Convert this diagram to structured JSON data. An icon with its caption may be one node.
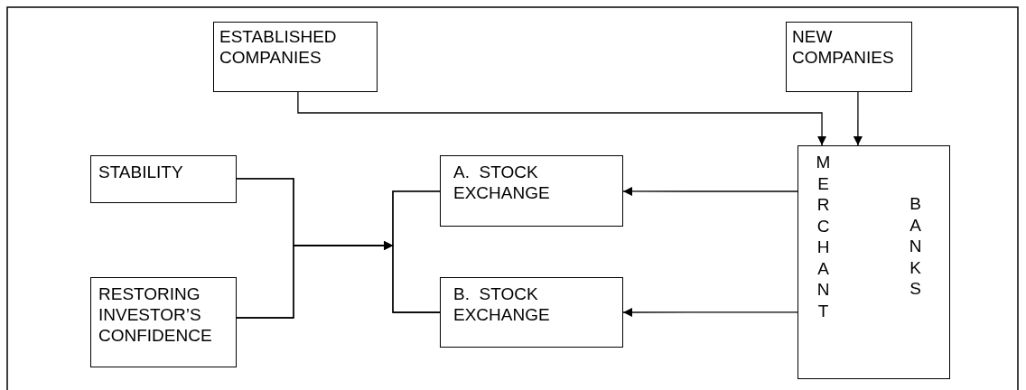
{
  "diagram": {
    "nodes": [
      {
        "text": [
          "ESTABLISHED COMPANIES"
        ]
      },
      {
        "text": [
          "NEW COMPANIES"
        ]
      },
      {
        "text": [
          "STABILITY"
        ]
      },
      {
        "text": [
          "RESTORING INVESTOR’S CONFIDENCE"
        ]
      },
      {
        "text": [
          "A.  STOCK EXCHANGE"
        ]
      },
      {
        "text": [
          "B.  STOCK EXCHANGE"
        ]
      },
      {
        "text": [
          "MERCHANT",
          "BANKS"
        ]
      }
    ],
    "edges": [
      {
        "from": 0,
        "to": 6,
        "arrow": "to"
      },
      {
        "from": 1,
        "to": 6,
        "arrow": "to"
      },
      {
        "from": 6,
        "to": 4,
        "arrow": "to"
      },
      {
        "from": 6,
        "to": 5,
        "arrow": "to"
      },
      {
        "from": 2,
        "to": 4,
        "arrow": "to"
      },
      {
        "from": 2,
        "to": 5,
        "arrow": "to"
      },
      {
        "from": 3,
        "to": 4,
        "arrow": "to"
      },
      {
        "from": 3,
        "to": 5,
        "arrow": "to"
      }
    ]
  }
}
